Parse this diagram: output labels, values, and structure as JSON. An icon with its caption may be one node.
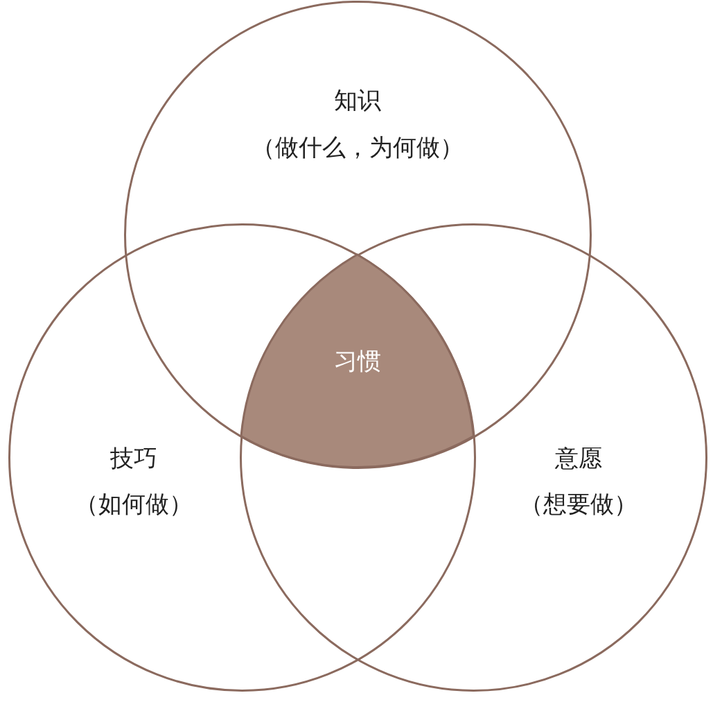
{
  "diagram": {
    "nodes": [
      {
        "text": [
          "知识",
          "（做什么，为何做）"
        ]
      },
      {
        "text": [
          "技巧",
          "（如何做）"
        ]
      },
      {
        "text": [
          "意愿",
          "（想要做）"
        ]
      },
      {
        "text": [
          "习惯"
        ]
      }
    ]
  }
}
